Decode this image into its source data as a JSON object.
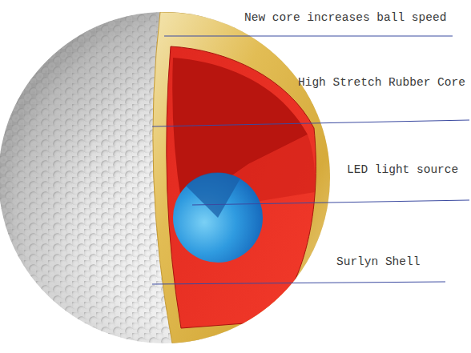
{
  "diagram": {
    "labels": [
      "New core increases ball speed",
      "High Stretch Rubber Core",
      "LED light source",
      "Surlyn Shell"
    ]
  }
}
